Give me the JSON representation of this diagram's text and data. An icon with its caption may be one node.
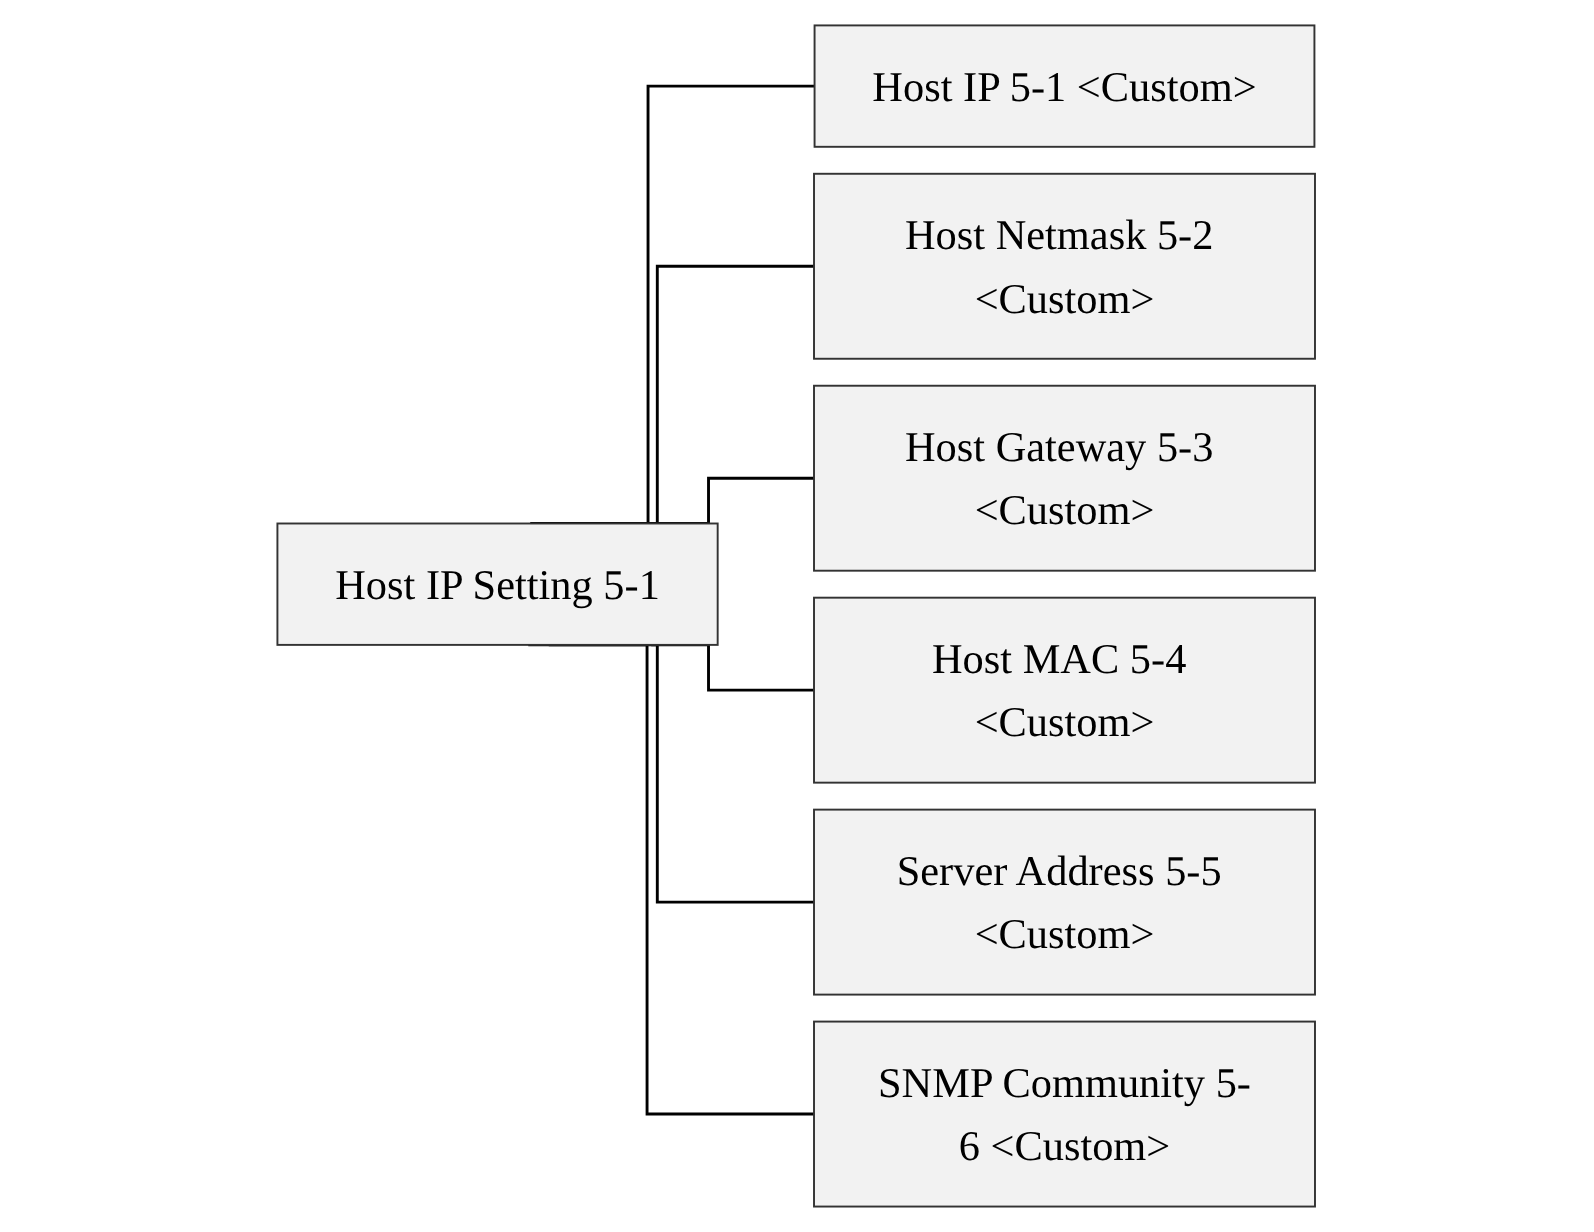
{
  "diagram": {
    "nodes": [
      {
        "text": [
          "Host IP Setting 5-1"
        ]
      },
      {
        "text": [
          "Host IP 5-1 <Custom>"
        ]
      },
      {
        "text": [
          "Host Netmask 5-2 <Custom>"
        ]
      },
      {
        "text": [
          "Host Gateway 5-3 <Custom>"
        ]
      },
      {
        "text": [
          "Host MAC 5-4 <Custom>"
        ]
      },
      {
        "text": [
          "Server Address 5-5 <Custom>"
        ]
      },
      {
        "text": [
          "SNMP Community 5-6 <Custom>"
        ]
      }
    ],
    "edges": [
      {
        "from": 0,
        "to": 1,
        "arrow": "none"
      },
      {
        "from": 0,
        "to": 2,
        "arrow": "none"
      },
      {
        "from": 0,
        "to": 3,
        "arrow": "none"
      },
      {
        "from": 0,
        "to": 4,
        "arrow": "none"
      },
      {
        "from": 0,
        "to": 5,
        "arrow": "none"
      },
      {
        "from": 0,
        "to": 6,
        "arrow": "none"
      }
    ]
  }
}
